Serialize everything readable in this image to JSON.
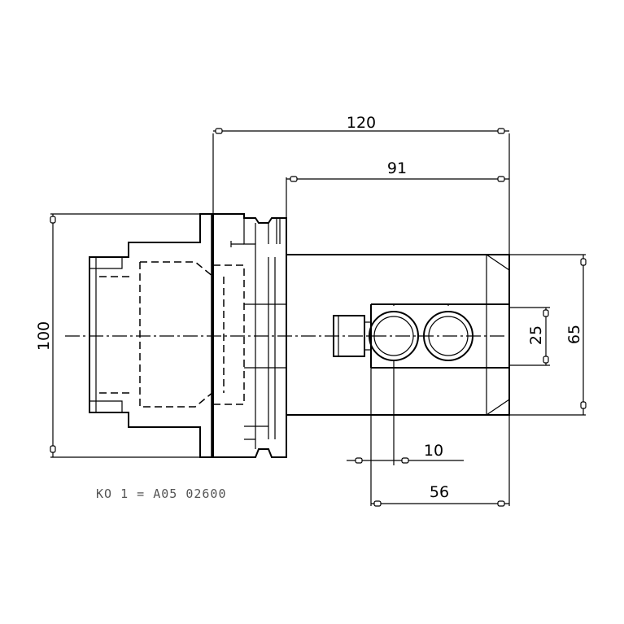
{
  "dimensions": {
    "overall_length": "120",
    "body_length": "91",
    "flange_diameter": "100",
    "body_height": "65",
    "hole_spacing": "25",
    "hole_offset": "10",
    "port_distance": "56"
  },
  "note": "KO 1 = A05 02600"
}
